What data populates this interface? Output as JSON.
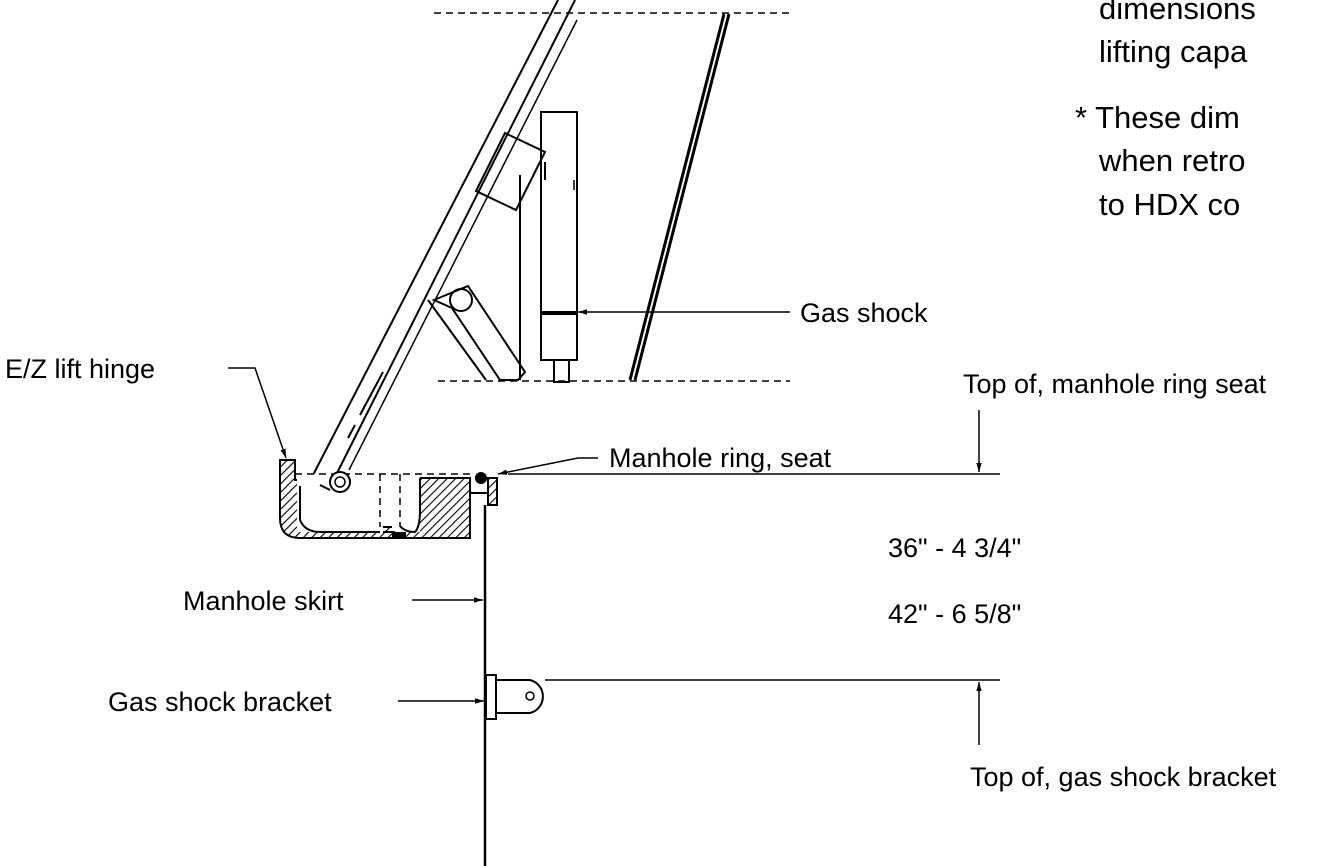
{
  "labels": {
    "gas_shock": "Gas shock",
    "ez_lift_hinge": "E/Z lift hinge",
    "manhole_ring_seat": "Manhole ring, seat",
    "top_of_manhole_ring_seat": "Top of, manhole ring seat",
    "manhole_skirt": "Manhole skirt",
    "gas_shock_bracket": "Gas shock bracket",
    "top_of_gas_shock_bracket": "Top of, gas shock bracket"
  },
  "dimensions": {
    "dim_36": "36\" - 4 3/4\"",
    "dim_42": "42\" - 6 5/8\""
  },
  "notes": {
    "line1": "dimensions",
    "line2": "lifting capa",
    "line3": "* These dim",
    "line4": "when retro",
    "line5": "to HDX co"
  }
}
